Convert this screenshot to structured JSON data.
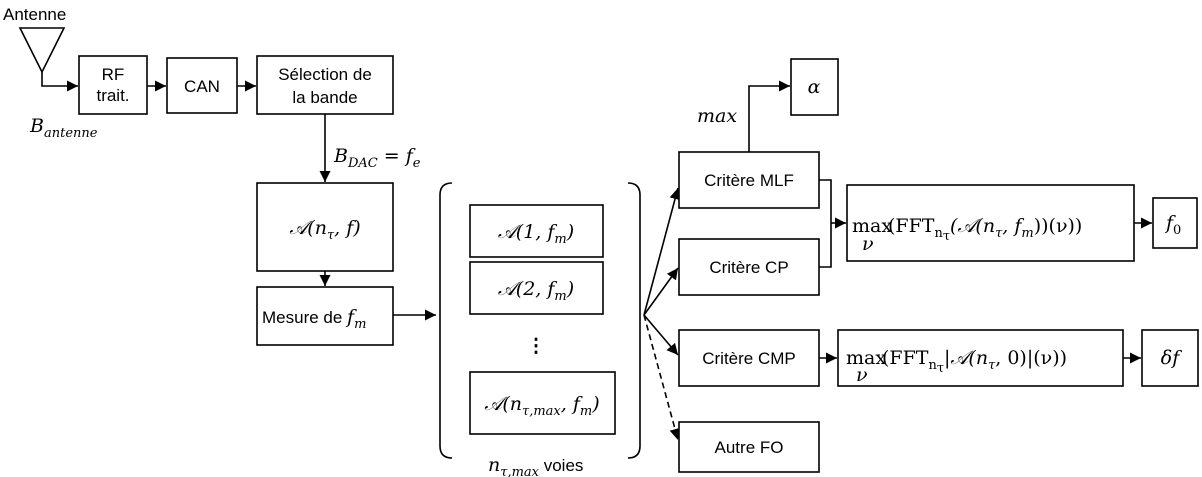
{
  "labels": {
    "antenna": "Antenne",
    "b_antenna": "B",
    "b_antenna_sub": "antenne",
    "rf_line1": "RF",
    "rf_line2": "trait.",
    "can": "CAN",
    "sel_line1": "Sélection de",
    "sel_line2": "la bande",
    "bdac_b": "B",
    "bdac_sub": "DAC",
    "bdac_eq": " = ",
    "bdac_f": "f",
    "bdac_fsub": "e",
    "a_nt_f": "𝒜(n",
    "a_nt_sub": "τ",
    "a_nt_tail": ", f)",
    "mesure": "Mesure de ",
    "mesure_f": "f",
    "mesure_fsub": "m",
    "ch1": "𝒜(1, f",
    "ch2": "𝒜(2, f",
    "ch_sub": "m",
    "ch_tail": ")",
    "ch_dots": "⋮",
    "chn_head": "𝒜(n",
    "chn_sub": "τ,max",
    "chn_mid": ", f",
    "chn_msub": "m",
    "chn_tail": ")",
    "voies_n": "n",
    "voies_sub": "τ,max",
    "voies": " voies",
    "max_label": "max",
    "alpha": "α",
    "mlf": "Critère MLF",
    "cp": "Critère CP",
    "cmp": "Critère CMP",
    "autre": "Autre FO",
    "fft1_max": "max",
    "fft1_nu": "ν",
    "fft1_body": "(FFT",
    "fft1_nsub": "n",
    "fft1_tsub": "τ",
    "fft1_rest": "(𝒜(n",
    "fft1_r2": ", f",
    "fft1_r3": "))(ν))",
    "f0": "f",
    "f0_sub": "0",
    "fft2_max": "max",
    "fft2_nu": "ν",
    "fft2_body": "(FFT",
    "fft2_rest": "|𝒜(n",
    "fft2_r2": ", 0)|(ν))",
    "deltaf": "δf"
  }
}
